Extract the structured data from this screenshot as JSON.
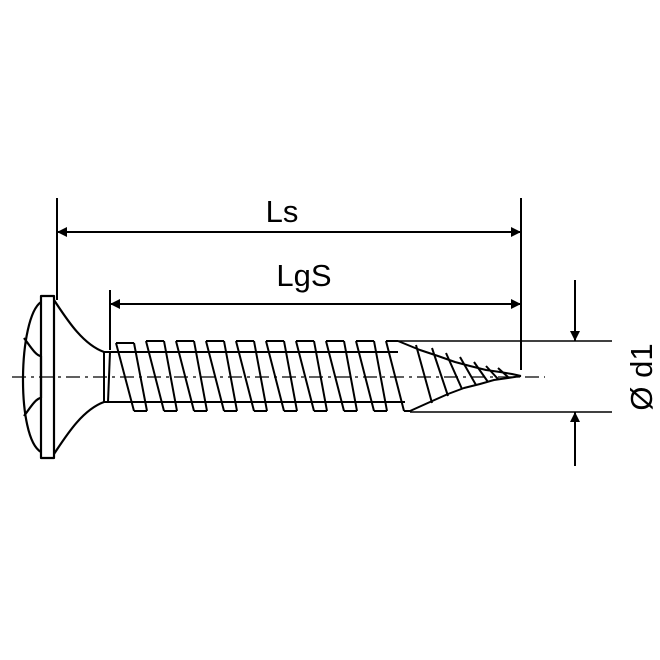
{
  "dimensions": {
    "ls_label": "Ls",
    "lgs_label": "LgS",
    "diameter_label": "Ø d1"
  }
}
